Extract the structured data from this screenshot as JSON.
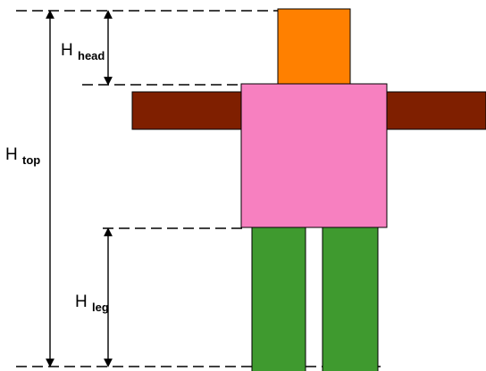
{
  "labels": {
    "head": {
      "main": "H",
      "sub": "head"
    },
    "top": {
      "main": "H",
      "sub": "top"
    },
    "leg": {
      "main": "H",
      "sub": "leg"
    }
  },
  "colors": {
    "head": "#ff8000",
    "torso": "#f780c0",
    "arms": "#7f1f00",
    "legs": "#3f9a2f",
    "outline": "#000000",
    "guides": "#000000"
  }
}
